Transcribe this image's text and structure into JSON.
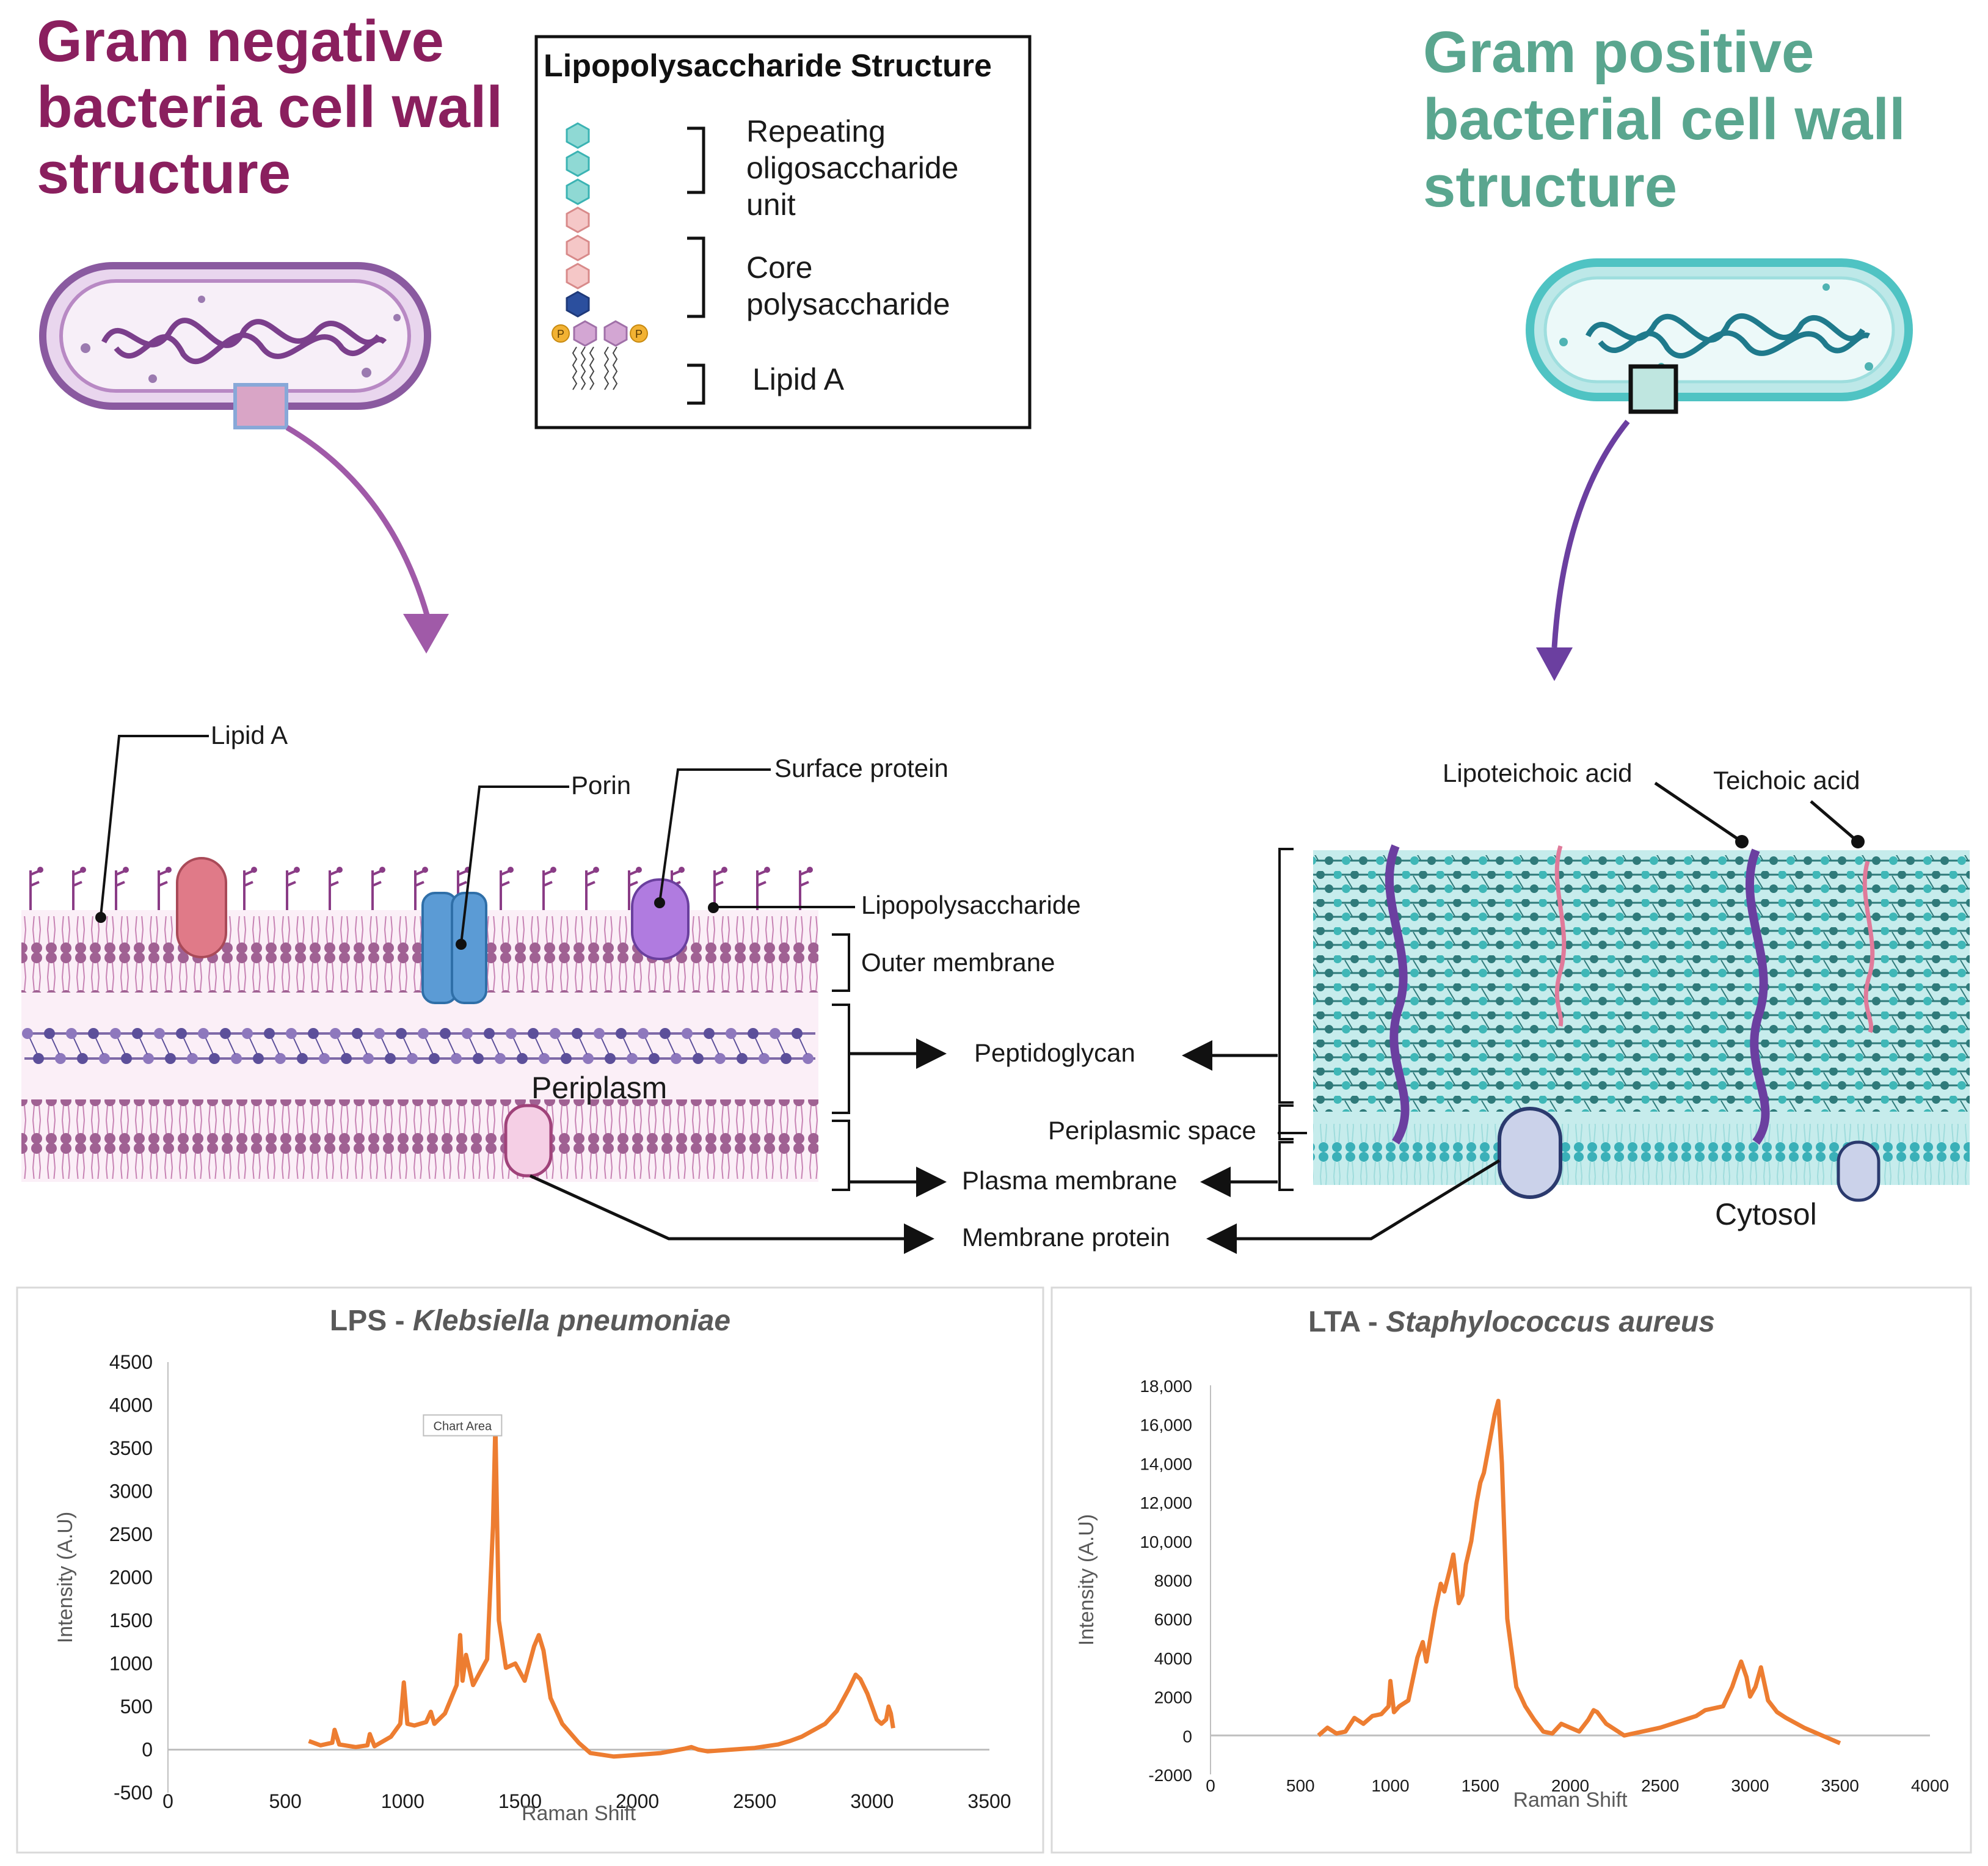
{
  "gram_negative": {
    "title_lines": [
      "Gram negative",
      "bacteria cell wall",
      "structure"
    ],
    "labels": {
      "lipid_a": "Lipid A",
      "porin": "Porin",
      "surface_protein": "Surface protein",
      "lipopolysaccharide": "Lipopolysaccharide",
      "outer_membrane": "Outer membrane",
      "periplasm": "Periplasm"
    },
    "colors": {
      "title": "#8a1f5e",
      "cell": "#8a5aa0",
      "membrane": "#9b5a8e"
    }
  },
  "gram_positive": {
    "title_lines": [
      "Gram positive",
      "bacterial cell wall",
      "structure"
    ],
    "labels": {
      "lipoteichoic_acid": "Lipoteichoic acid",
      "teichoic_acid": "Teichoic acid",
      "cytosol": "Cytosol"
    },
    "colors": {
      "title": "#5aa68f",
      "cell": "#4fc3c3",
      "dna": "#1f7a8c"
    }
  },
  "lps_box": {
    "title": "Lipopolysaccharide Structure",
    "repeating_lines": [
      "Repeating",
      "oligosaccharide",
      "unit"
    ],
    "core_lines": [
      "Core",
      "polysaccharide"
    ],
    "lipid_a": "Lipid A",
    "phosphate": "P"
  },
  "shared_labels": {
    "peptidoglycan": "Peptidoglycan",
    "periplasmic_space": "Periplasmic space",
    "plasma_membrane": "Plasma membrane",
    "membrane_protein": "Membrane protein"
  },
  "chart_data": [
    {
      "type": "line",
      "title_prefix": "LPS - ",
      "title_species": "Klebsiella pneumoniae",
      "xlabel": "Raman Shift",
      "ylabel": "Intensity (A.U)",
      "xlim": [
        0,
        3500
      ],
      "ylim": [
        -500,
        4500
      ],
      "xticks": [
        "0",
        "500",
        "1000",
        "1500",
        "2000",
        "2500",
        "3000",
        "3500"
      ],
      "yticks": [
        "-500",
        "0",
        "500",
        "1000",
        "1500",
        "2000",
        "2500",
        "3000",
        "3500",
        "4000",
        "4500"
      ],
      "tooltip": "Chart Area",
      "color": "#ed7d31",
      "series": [
        {
          "x": [
            600,
            650,
            700,
            710,
            730,
            800,
            850,
            860,
            880,
            950,
            990,
            1005,
            1020,
            1050,
            1100,
            1120,
            1135,
            1180,
            1230,
            1245,
            1255,
            1270,
            1300,
            1330,
            1360,
            1385,
            1395,
            1410,
            1440,
            1480,
            1520,
            1560,
            1580,
            1600,
            1630,
            1680,
            1750,
            1800,
            1900,
            2000,
            2100,
            2200,
            2230,
            2260,
            2300,
            2400,
            2500,
            2600,
            2650,
            2700,
            2800,
            2850,
            2900,
            2930,
            2950,
            2980,
            3020,
            3040,
            3060,
            3070,
            3080,
            3090
          ],
          "y": [
            100,
            50,
            80,
            230,
            60,
            30,
            50,
            180,
            40,
            150,
            300,
            780,
            300,
            280,
            320,
            440,
            300,
            420,
            750,
            1330,
            800,
            1100,
            750,
            900,
            1050,
            2600,
            3780,
            1500,
            950,
            1000,
            800,
            1200,
            1330,
            1150,
            600,
            300,
            80,
            -40,
            -80,
            -60,
            -40,
            10,
            30,
            0,
            -20,
            0,
            20,
            60,
            100,
            150,
            300,
            450,
            700,
            870,
            820,
            650,
            350,
            300,
            350,
            500,
            420,
            250
          ]
        }
      ]
    },
    {
      "type": "line",
      "title_prefix": "LTA - ",
      "title_species": "Staphylococcus aureus",
      "xlabel": "Raman Shift",
      "ylabel": "Intensity (A.U)",
      "xlim": [
        0,
        4000
      ],
      "ylim": [
        -2000,
        18000
      ],
      "xticks": [
        "0",
        "500",
        "1000",
        "1500",
        "2000",
        "2500",
        "3000",
        "3500",
        "4000"
      ],
      "yticks": [
        "-2000",
        "0",
        "2000",
        "4000",
        "6000",
        "8000",
        "10,000",
        "12,000",
        "14,000",
        "16,000",
        "18,000"
      ],
      "color": "#ed7d31",
      "series": [
        {
          "x": [
            600,
            650,
            700,
            750,
            800,
            850,
            900,
            950,
            990,
            1000,
            1020,
            1050,
            1100,
            1150,
            1180,
            1200,
            1250,
            1280,
            1300,
            1330,
            1350,
            1380,
            1400,
            1420,
            1450,
            1480,
            1500,
            1520,
            1550,
            1580,
            1600,
            1620,
            1650,
            1700,
            1750,
            1800,
            1850,
            1900,
            1950,
            2000,
            2050,
            2100,
            2130,
            2150,
            2200,
            2300,
            2400,
            2500,
            2600,
            2700,
            2750,
            2800,
            2850,
            2900,
            2930,
            2950,
            2980,
            3000,
            3030,
            3060,
            3100,
            3150,
            3200,
            3300,
            3400,
            3500
          ],
          "y": [
            0,
            400,
            100,
            200,
            900,
            600,
            1000,
            1100,
            1500,
            2800,
            1200,
            1500,
            1800,
            4000,
            4800,
            3800,
            6500,
            7800,
            7400,
            8500,
            9300,
            6800,
            7200,
            8800,
            10000,
            12000,
            13000,
            13500,
            15000,
            16500,
            17200,
            14000,
            6000,
            2500,
            1500,
            800,
            200,
            100,
            600,
            400,
            200,
            800,
            1300,
            1200,
            600,
            0,
            200,
            400,
            700,
            1000,
            1300,
            1400,
            1500,
            2500,
            3300,
            3800,
            3000,
            2000,
            2500,
            3500,
            1800,
            1200,
            900,
            400,
            0,
            -400
          ]
        }
      ]
    }
  ]
}
